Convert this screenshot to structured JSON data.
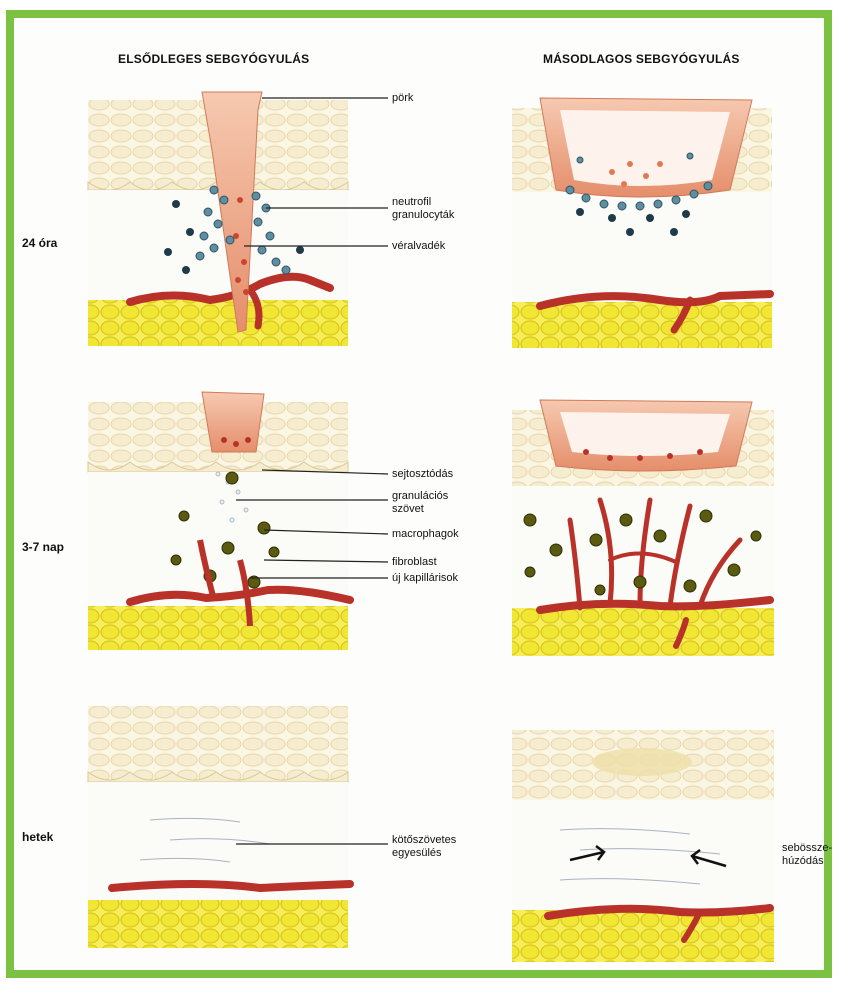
{
  "columns": {
    "primary": "ELSŐDLEGES SEBGYÓGYULÁS",
    "secondary": "MÁSODLAGOS SEBGYÓGYULÁS"
  },
  "rows": {
    "r1": "24 óra",
    "r2": "3-7 nap",
    "r3": "hetek"
  },
  "labels": {
    "pork": "pörk",
    "neutrofil_1": "neutrofil",
    "neutrofil_2": "granulocyták",
    "veralvadek": "véralvadék",
    "sejtosztodas": "sejtosztódás",
    "granulacios_1": "granulációs",
    "granulacios_2": "szövet",
    "macrophagok": "macrophagok",
    "fibroblast": "fibroblast",
    "uj_kapillarisok": "új kapillárisok",
    "kotoszovetes_1": "kötőszövetes",
    "kotoszovetes_2": "egyesülés",
    "sebossze_1": "sebössze-",
    "sebossze_2": "húzódás"
  },
  "colors": {
    "frame": "#7cc242",
    "epidermis": "#f6ecd0",
    "fat": "#f2e634",
    "vessel": "#b8322a",
    "scab": "#eaa07f",
    "neutrophil": "#5f8ea0",
    "macrophage": "#5a5a10"
  }
}
